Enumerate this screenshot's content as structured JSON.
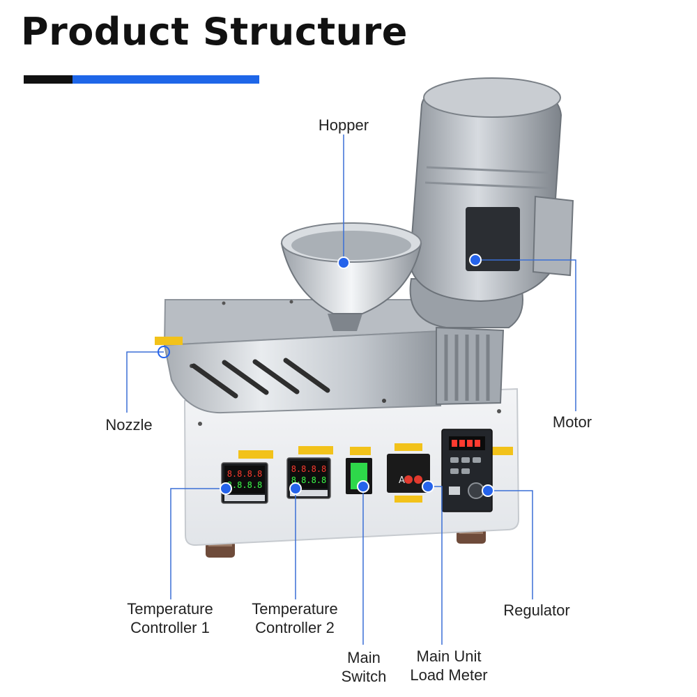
{
  "header": {
    "title": "Product Structure"
  },
  "colors": {
    "accent": "#1E66E8",
    "title_bar_dark": "#111111",
    "leader_line": "#3A6FD6",
    "marker": "#2563EB",
    "cabinet": "#EEF0F2",
    "steel": "#C9CDD2",
    "motor": "#B9BEC4"
  },
  "labels": {
    "hopper": "Hopper",
    "motor": "Motor",
    "nozzle": "Nozzle",
    "temp1_line1": "Temperature",
    "temp1_line2": "Controller 1",
    "temp2_line1": "Temperature",
    "temp2_line2": "Controller 2",
    "main_switch_line1": "Main",
    "main_switch_line2": "Switch",
    "load_meter_line1": "Main Unit",
    "load_meter_line2": "Load Meter",
    "regulator": "Regulator"
  },
  "panel": {
    "tc1_row1": "8.8.8.8",
    "tc1_row2": "8.8.8.8",
    "tc2_row1": "8.8.8.8",
    "tc2_row2": "8.8.8.8",
    "meter_symbol": "A"
  }
}
